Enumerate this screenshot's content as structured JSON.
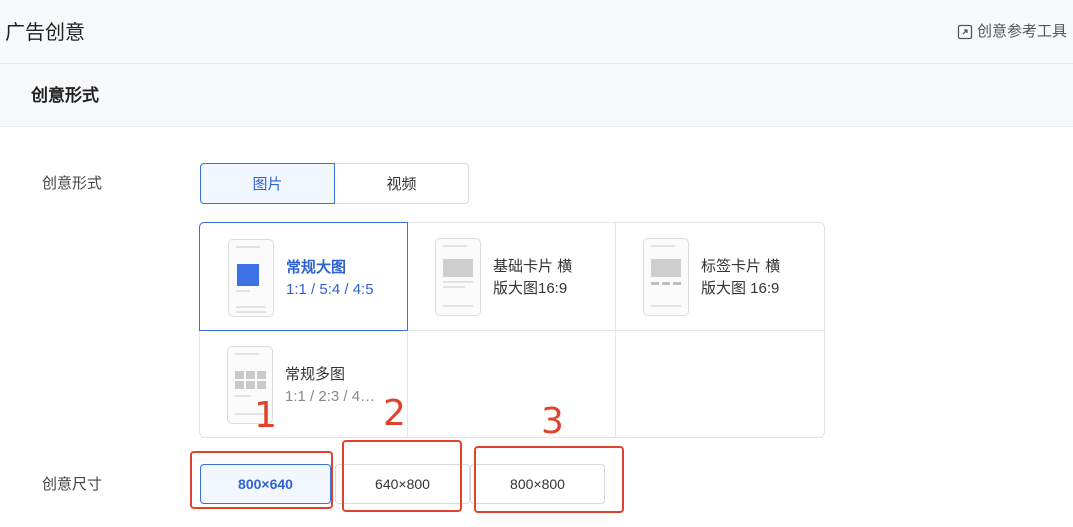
{
  "header": {
    "title": "广告创意",
    "tool_link": "创意参考工具",
    "tool_icon": "external-link-icon"
  },
  "section": {
    "title": "创意形式"
  },
  "form": {
    "format_label": "创意形式",
    "size_label": "创意尺寸",
    "media_tabs": [
      {
        "label": "图片",
        "active": true
      },
      {
        "label": "视频",
        "active": false
      }
    ],
    "templates": [
      {
        "line1": "常规大图",
        "line2": "1:1 / 5:4 / 4:5",
        "selected": true
      },
      {
        "line1": "基础卡片 横",
        "line2": "版大图16:9",
        "selected": false
      },
      {
        "line1": "标签卡片 横",
        "line2": "版大图 16:9",
        "selected": false
      },
      {
        "line1": "常规多图",
        "line2": "1:1 / 2:3 / 4…",
        "selected": false
      }
    ],
    "sizes": [
      {
        "label": "800×640",
        "active": true
      },
      {
        "label": "640×800",
        "active": false
      },
      {
        "label": "800×800",
        "active": false
      }
    ]
  },
  "annotations": [
    {
      "number": "1"
    },
    {
      "number": "2"
    },
    {
      "number": "3"
    }
  ],
  "colors": {
    "accent": "#2f63d3",
    "annotation": "#e0432c",
    "thumb_blue": "#3d72e4",
    "thumb_gray": "#c9c9c9"
  }
}
